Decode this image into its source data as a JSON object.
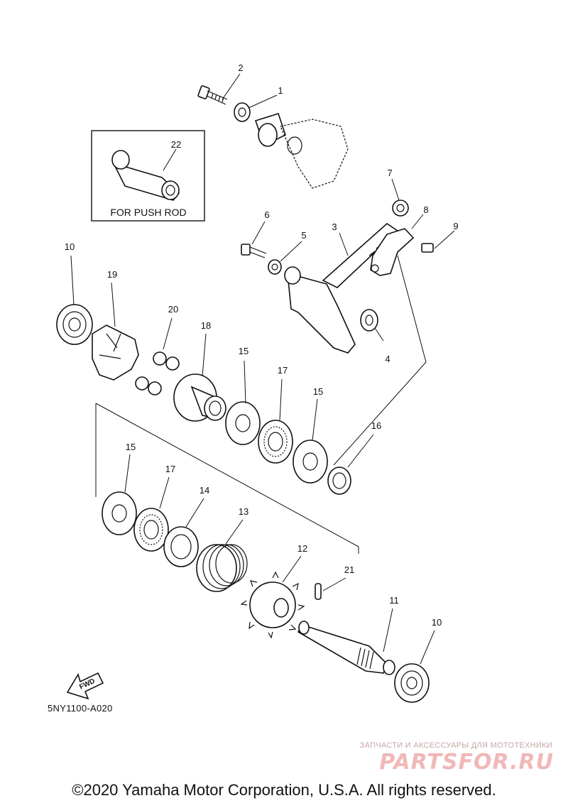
{
  "diagram": {
    "callouts": [
      "1",
      "2",
      "3",
      "4",
      "5",
      "6",
      "7",
      "8",
      "9",
      "10",
      "10",
      "11",
      "12",
      "13",
      "14",
      "15",
      "15",
      "15",
      "16",
      "17",
      "17",
      "18",
      "19",
      "20",
      "21",
      "22"
    ],
    "inset_label": "FOR PUSH ROD",
    "fwd_label": "FWD",
    "code": "5NY1100-A020"
  },
  "watermark": {
    "tagline": "ЗАПЧАСТИ И АКСЕССУАРЫ ДЛЯ МОТОТЕХНИКИ",
    "brand": "PARTSFOR.RU"
  },
  "footer": {
    "copyright": "©2020 Yamaha Motor Corporation, U.S.A. All rights reserved."
  }
}
